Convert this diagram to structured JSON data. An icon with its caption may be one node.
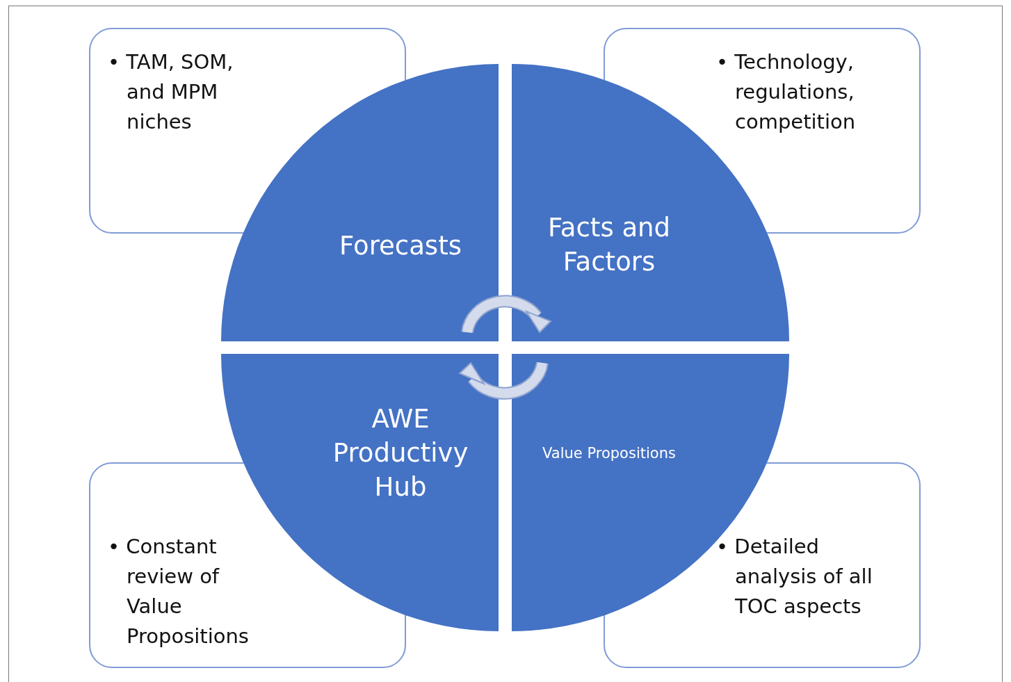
{
  "diagram": {
    "nodes": [
      {
        "text": [
          "• TAM, SOM, and MPM niches"
        ]
      },
      {
        "text": [
          "• Technology, regulations, competition"
        ]
      },
      {
        "text": [
          "Forecasts"
        ]
      },
      {
        "text": [
          "Facts and Factors"
        ]
      },
      {
        "text": [
          "AWE Productivy Hub"
        ]
      },
      {
        "text": [
          "Value Propositions"
        ]
      },
      {
        "text": [
          "• Constant review of Value Propositions"
        ]
      },
      {
        "text": [
          "• Detailed analysis of all TOC aspects"
        ]
      }
    ]
  }
}
